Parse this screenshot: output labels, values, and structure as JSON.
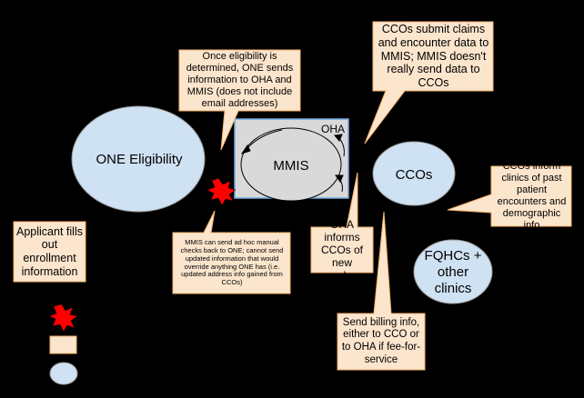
{
  "colors": {
    "background": "#000000",
    "ellipse_fill": "#cfe2f3",
    "callout_fill": "#fce5cd",
    "callout_stroke": "#f6b26b",
    "oha_box_fill": "#d9d9d9",
    "burst_fill": "#ff0000"
  },
  "nodes": {
    "one_eligibility": "ONE Eligibility",
    "mmis": "MMIS",
    "oha": "OHA",
    "ccos": "CCOs",
    "fqhcs": "FQHCs + other clinics"
  },
  "callouts": {
    "eligibility_info": "Once eligibility is determined, ONE sends information to OHA and MMIS (does not include email addresses)",
    "cco_claims": "CCOs submit claims and encounter data to MMIS; MMIS doesn't really send data to CCOs",
    "cco_inform": "CCOs inform clinics of past patient encounters and demographic info",
    "oha_inform": "OHA informs CCOs of new members",
    "mmis_adhoc": "MMIS can send ad hoc manual checks back to ONE; cannot send updated information that would override anything ONE has (i.e. updated address info gained from CCOs)",
    "billing": "Send billing info, either to CCO or to OHA if fee-for-service"
  },
  "legend": {
    "applicant_label": "Applicant fills out enrollment information",
    "items": [
      "burst-shape",
      "callout-box",
      "ellipse-shape"
    ]
  }
}
